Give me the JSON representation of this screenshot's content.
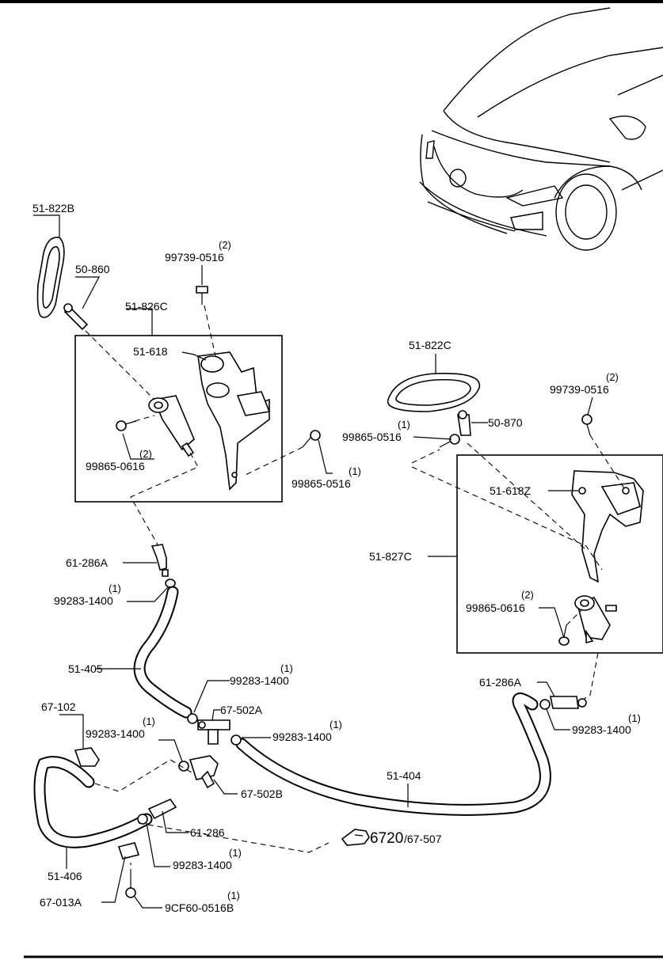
{
  "labels": {
    "p_51_822B": "51-822B",
    "p_50_860": "50-860",
    "p_99739_0516_left": "99739-0516",
    "p_99739_0516_left_qty": "(2)",
    "p_51_826C": "51-826C",
    "p_51_618": "51-618",
    "p_99865_0616_left": "99865-0616",
    "p_99865_0616_left_qty": "(2)",
    "p_99865_0516_mid": "99865-0516",
    "p_99865_0516_mid_qty": "(1)",
    "p_61_286A_left": "61-286A",
    "p_99283_1400_a": "99283-1400",
    "p_99283_1400_a_qty": "(1)",
    "p_51_405": "51-405",
    "p_99283_1400_b": "99283-1400",
    "p_99283_1400_b_qty": "(1)",
    "p_67_502A": "67-502A",
    "p_67_102": "67-102",
    "p_99283_1400_c": "99283-1400",
    "p_99283_1400_c_qty": "(1)",
    "p_99283_1400_d": "99283-1400",
    "p_99283_1400_d_qty": "(1)",
    "p_67_502B": "67-502B",
    "p_51_404": "51-404",
    "p_61_286": "61-286",
    "p_51_406": "51-406",
    "p_99283_1400_e": "99283-1400",
    "p_99283_1400_e_qty": "(1)",
    "p_67_013A": "67-013A",
    "p_9CF60_0516B": "9CF60-0516B",
    "p_9CF60_0516B_qty": "(1)",
    "ref_main": "6720",
    "ref_sub": "/67-507",
    "p_51_822C": "51-822C",
    "p_99739_0516_right": "99739-0516",
    "p_99739_0516_right_qty": "(2)",
    "p_99865_0516_right": "99865-0516",
    "p_99865_0516_right_qty": "(1)",
    "p_50_870": "50-870",
    "p_51_618Z": "51-618Z",
    "p_51_827C": "51-827C",
    "p_99865_0616_right": "99865-0616",
    "p_99865_0616_right_qty": "(2)",
    "p_61_286A_right": "61-286A",
    "p_99283_1400_f": "99283-1400",
    "p_99283_1400_f_qty": "(1)"
  }
}
